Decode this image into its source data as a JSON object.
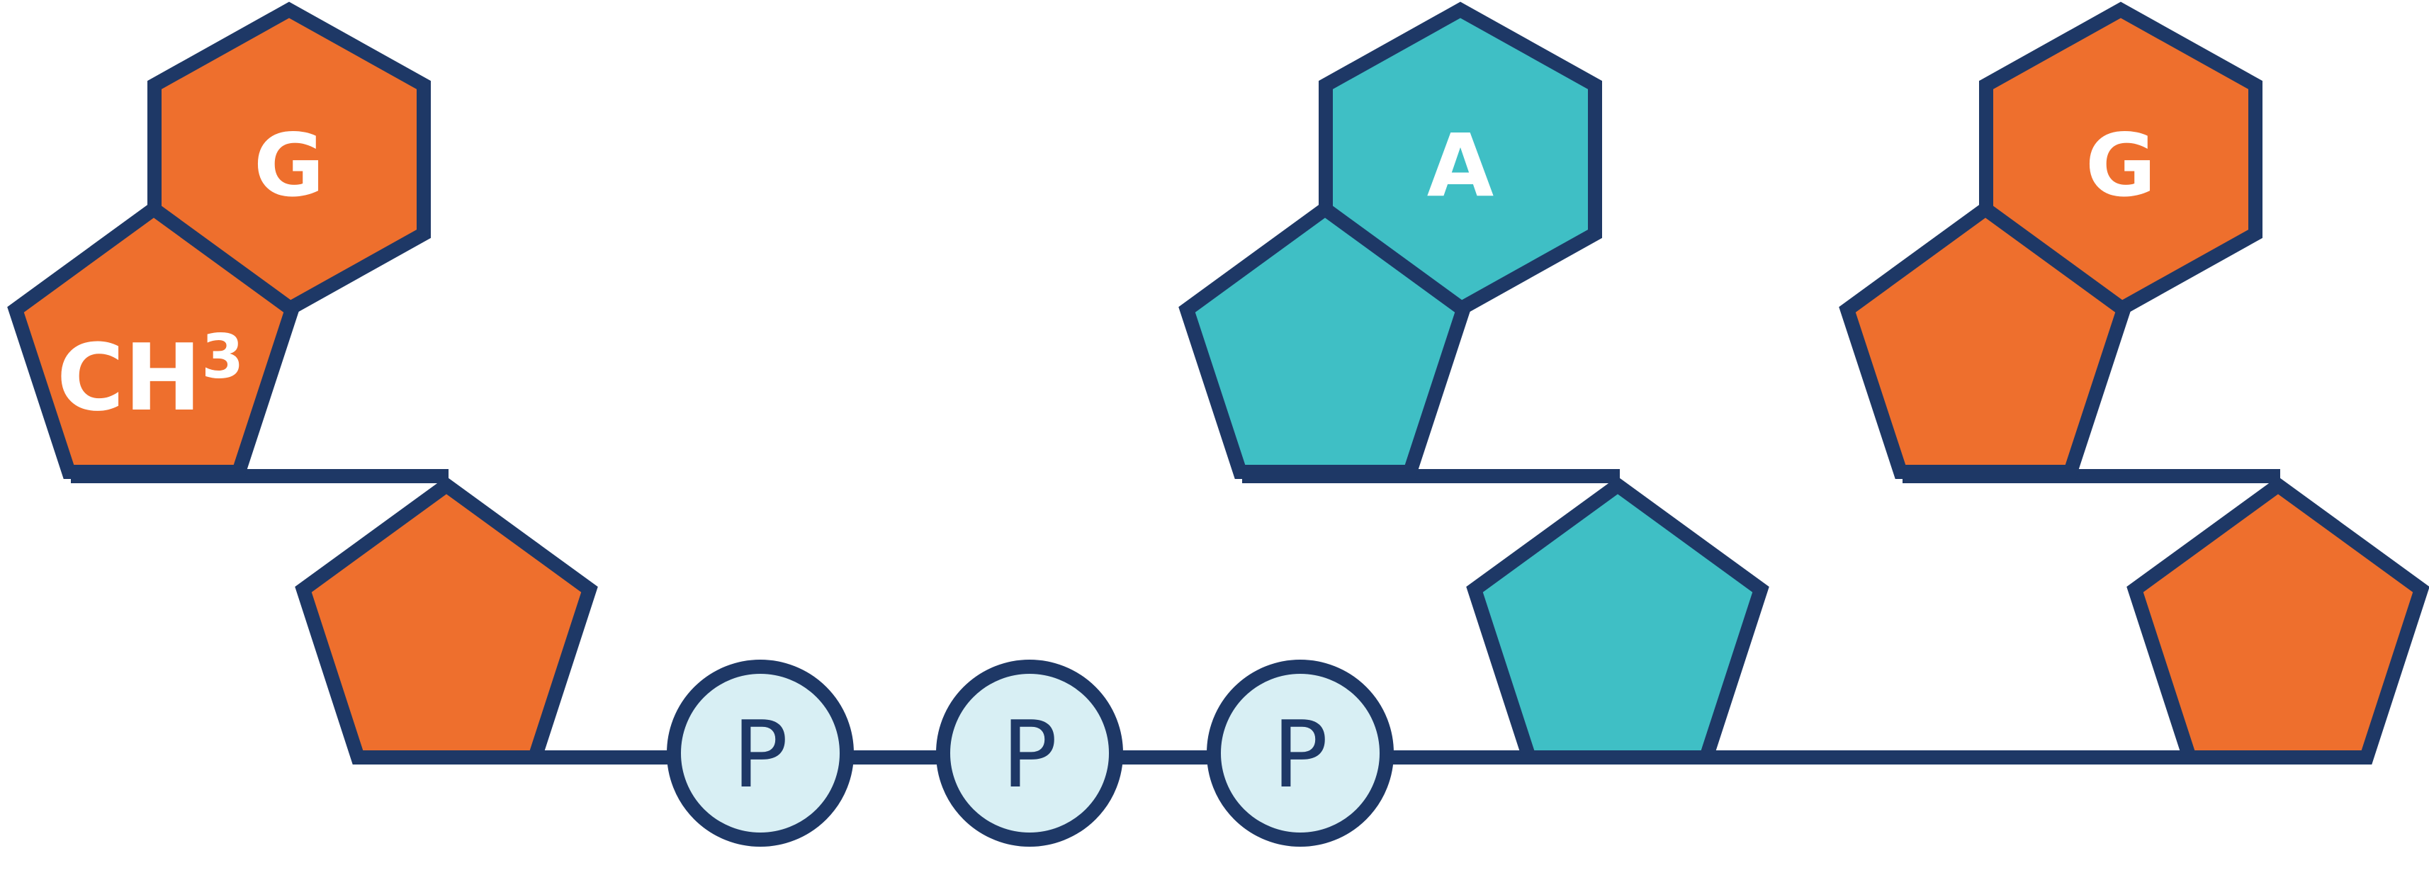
{
  "colors": {
    "orange": "#ee6f2d",
    "teal": "#3fbfc5",
    "outline_navy": "#1e3866",
    "phosphate_fill": "#d8eff4",
    "label_light": "#ffffff"
  },
  "nucleotides": [
    {
      "id": "methylated-guanine",
      "base_label": "G",
      "methyl_label": "CH",
      "methyl_sup": "3",
      "color_key": "orange"
    },
    {
      "id": "adenine",
      "base_label": "A",
      "color_key": "teal"
    },
    {
      "id": "guanine",
      "base_label": "G",
      "color_key": "orange"
    }
  ],
  "phosphates": [
    {
      "label": "P"
    },
    {
      "label": "P"
    },
    {
      "label": "P"
    }
  ]
}
